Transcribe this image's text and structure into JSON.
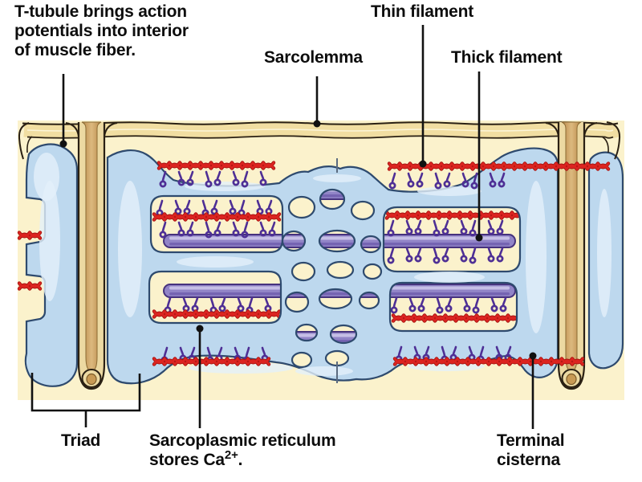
{
  "figure": {
    "title_semantic": "Muscle fiber T-tubule and sarcoplasmic reticulum diagram"
  },
  "labels": {
    "t_tubule": {
      "lines": [
        "T-tubule brings action",
        "potentials into interior",
        "of muscle fiber."
      ]
    },
    "sarcolemma": "Sarcolemma",
    "thin_filament": "Thin filament",
    "thick_filament": "Thick filament",
    "triad": "Triad",
    "sarcoplasmic_reticulum": {
      "line1": "Sarcoplasmic reticulum",
      "line2_prefix": "stores Ca",
      "line2_sup": "2+",
      "line2_suffix": "."
    },
    "terminal_cisterna": {
      "line1": "Terminal",
      "line2": "cisterna"
    }
  },
  "colors": {
    "cream": "#FBF2CC",
    "membrane_fill": "#F1DEA2",
    "membrane_inner_line": "#FCF5D8",
    "outline_dark": "#2A2013",
    "tubule_wall": "#ECD9A2",
    "tubule_lumen_edge": "#B9894A",
    "tubule_lumen_mid": "#DCB97E",
    "tubule_tip": "#C89A55",
    "blue": "#BDD8EE",
    "blue_light": "#E4F0FA",
    "blue_stroke": "#2E4A6E",
    "rod": "#9184C7",
    "rod_dark": "#46327D",
    "rod_light": "#C9C2E8",
    "rod_shade": "#6E5CAD",
    "head": "#4E2F95",
    "red": "#DC2420",
    "red_dark": "#A81512",
    "mline": "#5B6B80",
    "pointer": "#111111",
    "label_text": "#0d0d0d"
  }
}
